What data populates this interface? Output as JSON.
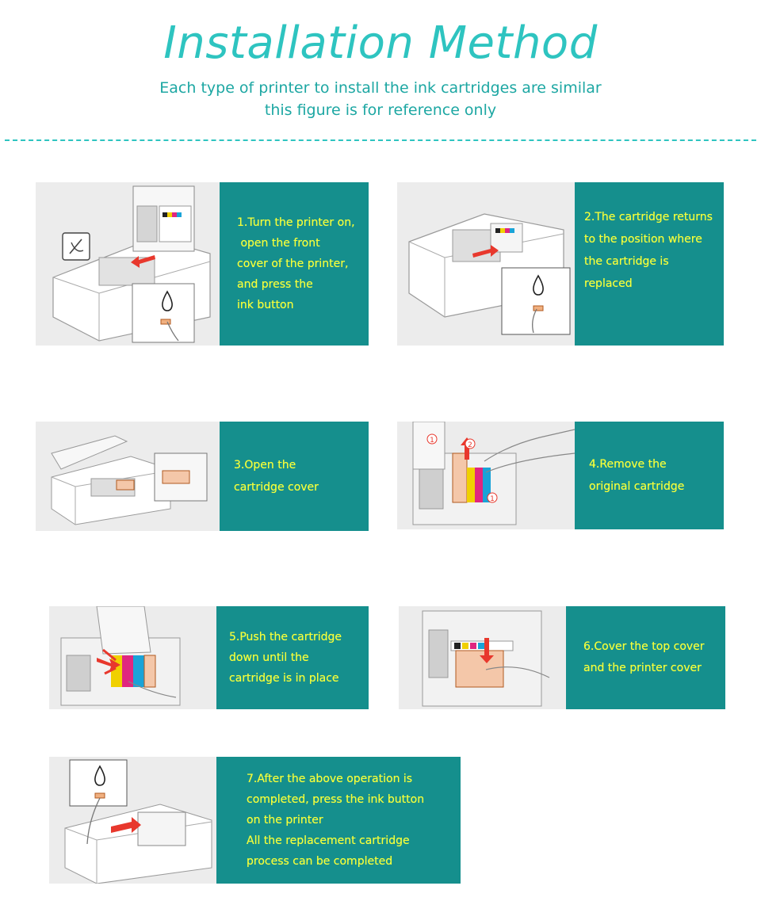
{
  "header": {
    "title": "Installation Method",
    "subtitle_line1": "Each type of printer to install the ink cartridges are similar",
    "subtitle_line2": "this figure is for reference only"
  },
  "steps": [
    {
      "lines": [
        "1.Turn the printer on,",
        " open the front",
        "cover of the printer,",
        "and press the",
        "ink button"
      ]
    },
    {
      "lines": [
        "2.The cartridge returns",
        "to the position where",
        "the cartridge is",
        "replaced"
      ]
    },
    {
      "lines": [
        "3.Open the",
        "cartridge cover"
      ]
    },
    {
      "lines": [
        "4.Remove the",
        "original cartridge"
      ]
    },
    {
      "lines": [
        "5.Push the cartridge",
        "down until the",
        "cartridge is in place"
      ]
    },
    {
      "lines": [
        "6.Cover the top cover",
        "and the printer cover"
      ]
    },
    {
      "lines": [
        "7.After the above operation is",
        "completed, press the ink button",
        "on the printer",
        "All the replacement cartridge",
        "process can be completed"
      ]
    }
  ],
  "callout_numbers": {
    "one": "1",
    "two": "2"
  },
  "colors": {
    "title": "#2ec4c0",
    "subtitle": "#1da7a3",
    "panel": "#158f8d",
    "step_text": "#f6ff3a",
    "image_bg": "#ececec",
    "arrow": "#e8382d",
    "cartridge": "#f4c7a9"
  },
  "icons": [
    "printer-icon",
    "ink-drop-icon",
    "no-power-icon",
    "finger-press-icon",
    "arrow-icon",
    "cartridge-icon"
  ]
}
